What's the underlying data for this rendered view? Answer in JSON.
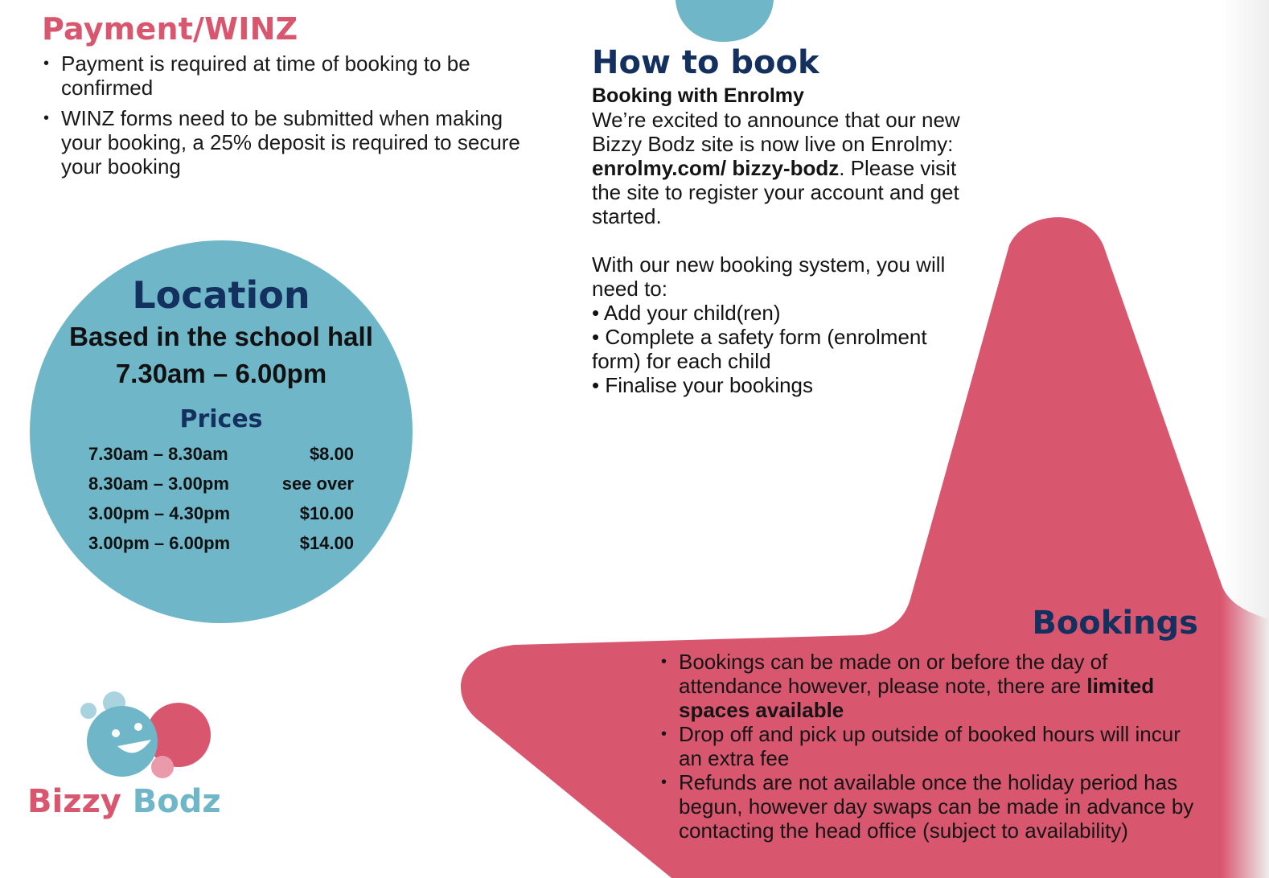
{
  "colors": {
    "pink": "#d9566f",
    "blue": "#6fb6c8",
    "navy": "#13305f"
  },
  "payment": {
    "title": "Payment/WINZ",
    "bullets": [
      "Payment is required at time of booking to be confirmed",
      "WINZ forms need to be submitted when making your booking, a 25% deposit is required to secure your booking"
    ]
  },
  "how_to_book": {
    "title": "How to book",
    "subtitle": "Booking with Enrolmy",
    "para1_start": "We’re excited to announce that our new Bizzy Bodz site is now live on Enrolmy: ",
    "link": "enrolmy.com/ bizzy-bodz",
    "para1_end": ". Please visit the site to register your account and get started.",
    "para2": "With our new booking system, you will need to:",
    "steps": [
      "• Add your child(ren)",
      "• Complete a safety form (enrolment form) for each child",
      "• Finalise your bookings"
    ]
  },
  "location": {
    "title": "Location",
    "place": "Based in the school hall",
    "hours": "7.30am – 6.00pm",
    "prices_title": "Prices",
    "prices": [
      {
        "time": "7.30am – 8.30am",
        "amount": "$8.00"
      },
      {
        "time": "8.30am – 3.00pm",
        "amount": "see over"
      },
      {
        "time": "3.00pm – 4.30pm",
        "amount": "$10.00"
      },
      {
        "time": "3.00pm – 6.00pm",
        "amount": "$14.00"
      }
    ]
  },
  "logo": {
    "word1": "Bizzy",
    "word2": "Bodz"
  },
  "bookings": {
    "title": "Bookings",
    "b1_start": "Bookings can be made on or before the day of attendance however, please note, there are ",
    "b1_bold": "limited spaces available",
    "b2": "Drop off and pick up outside of booked hours will incur an extra fee",
    "b3": "Refunds are not available once the holiday period has begun, however day swaps can be made in advance by contacting the head office (subject to availability)"
  }
}
